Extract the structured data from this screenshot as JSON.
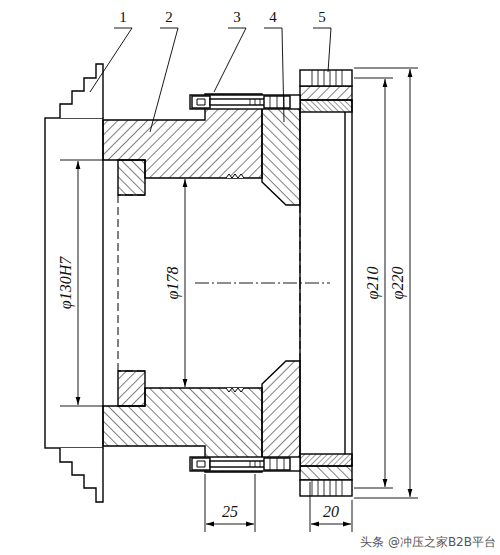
{
  "diagram": {
    "labels": [
      "1",
      "2",
      "3",
      "4",
      "5",
      "φ130H7",
      "φ178",
      "φ210",
      "φ220",
      "25",
      "20",
      "头条 @冲压之家B2B平台"
    ]
  }
}
